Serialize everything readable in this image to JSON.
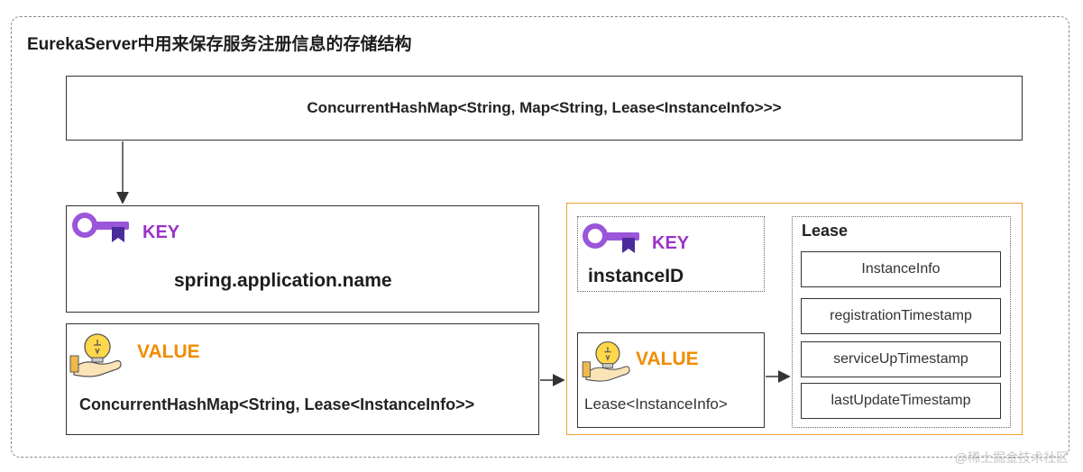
{
  "title": "EurekaServer中用来保存服务注册信息的存储结构",
  "top_map": "ConcurrentHashMap<String, Map<String, Lease<InstanceInfo>>>",
  "outer_key": {
    "label": "KEY",
    "value": "spring.application.name"
  },
  "outer_value": {
    "label": "VALUE",
    "value": "ConcurrentHashMap<String, Lease<InstanceInfo>>"
  },
  "inner_key": {
    "label": "KEY",
    "value": "instanceID"
  },
  "inner_value": {
    "label": "VALUE",
    "value": "Lease<InstanceInfo>"
  },
  "lease": {
    "title": "Lease",
    "fields": [
      "InstanceInfo",
      "registrationTimestamp",
      "serviceUpTimestamp",
      "lastUpdateTimestamp"
    ]
  },
  "watermark": "@稀土掘金技术社区",
  "icons": {
    "key": "key-icon",
    "value": "lightbulb-hand-icon"
  },
  "colors": {
    "key": "#9a33c7",
    "value": "#f08c00",
    "highlight_border": "#f0a030"
  }
}
